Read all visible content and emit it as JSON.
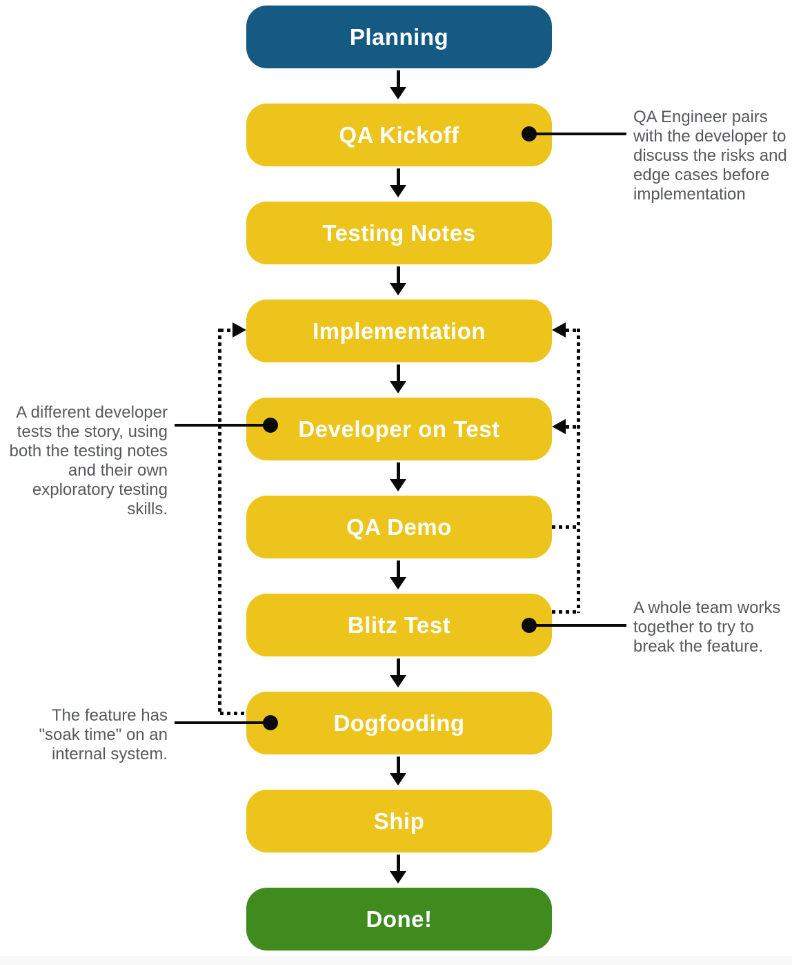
{
  "palette": {
    "start_blue": "#145a82",
    "step_yellow": "#ecc41c",
    "done_green": "#3f8b1e",
    "line_black": "#0a0a0a",
    "note_gray": "#57585b",
    "label_white": "#ffffff"
  },
  "flow": {
    "nodes": [
      {
        "id": "planning",
        "label": "Planning",
        "color": "#145a82"
      },
      {
        "id": "qa-kickoff",
        "label": "QA Kickoff",
        "color": "#ecc41c"
      },
      {
        "id": "testing-notes",
        "label": "Testing Notes",
        "color": "#ecc41c"
      },
      {
        "id": "implementation",
        "label": "Implementation",
        "color": "#ecc41c"
      },
      {
        "id": "developer-on-test",
        "label": "Developer on Test",
        "color": "#ecc41c"
      },
      {
        "id": "qa-demo",
        "label": "QA Demo",
        "color": "#ecc41c"
      },
      {
        "id": "blitz-test",
        "label": "Blitz Test",
        "color": "#ecc41c"
      },
      {
        "id": "dogfooding",
        "label": "Dogfooding",
        "color": "#ecc41c"
      },
      {
        "id": "ship",
        "label": "Ship",
        "color": "#ecc41c"
      },
      {
        "id": "done",
        "label": "Done!",
        "color": "#3f8b1e"
      }
    ],
    "solid_edges": [
      "planning>qa-kickoff",
      "qa-kickoff>testing-notes",
      "testing-notes>implementation",
      "implementation>developer-on-test",
      "developer-on-test>qa-demo",
      "qa-demo>blitz-test",
      "blitz-test>dogfooding",
      "dogfooding>ship",
      "ship>done"
    ],
    "dotted_feedback_edges": [
      "qa-demo>developer-on-test",
      "qa-demo>implementation",
      "blitz-test>developer-on-test",
      "blitz-test>implementation",
      "dogfooding>implementation"
    ]
  },
  "annotations": [
    {
      "id": "qa-kickoff-note",
      "attached_to": "QA Kickoff",
      "side": "right",
      "lines": [
        "QA Engineer pairs",
        "with the developer to",
        "discuss the risks and",
        "edge cases before",
        "implementation"
      ]
    },
    {
      "id": "developer-on-test-note",
      "attached_to": "Developer on Test",
      "side": "left",
      "lines": [
        "A different developer",
        "tests the story, using",
        "both the testing notes",
        "and their own",
        "exploratory testing",
        "skills."
      ]
    },
    {
      "id": "blitz-test-note",
      "attached_to": "Blitz Test",
      "side": "right",
      "lines": [
        "A whole team works",
        "together to try to",
        "break the feature."
      ]
    },
    {
      "id": "dogfooding-note",
      "attached_to": "Dogfooding",
      "side": "left",
      "lines": [
        "The feature has",
        "\"soak time\" on an",
        "internal system."
      ]
    }
  ]
}
